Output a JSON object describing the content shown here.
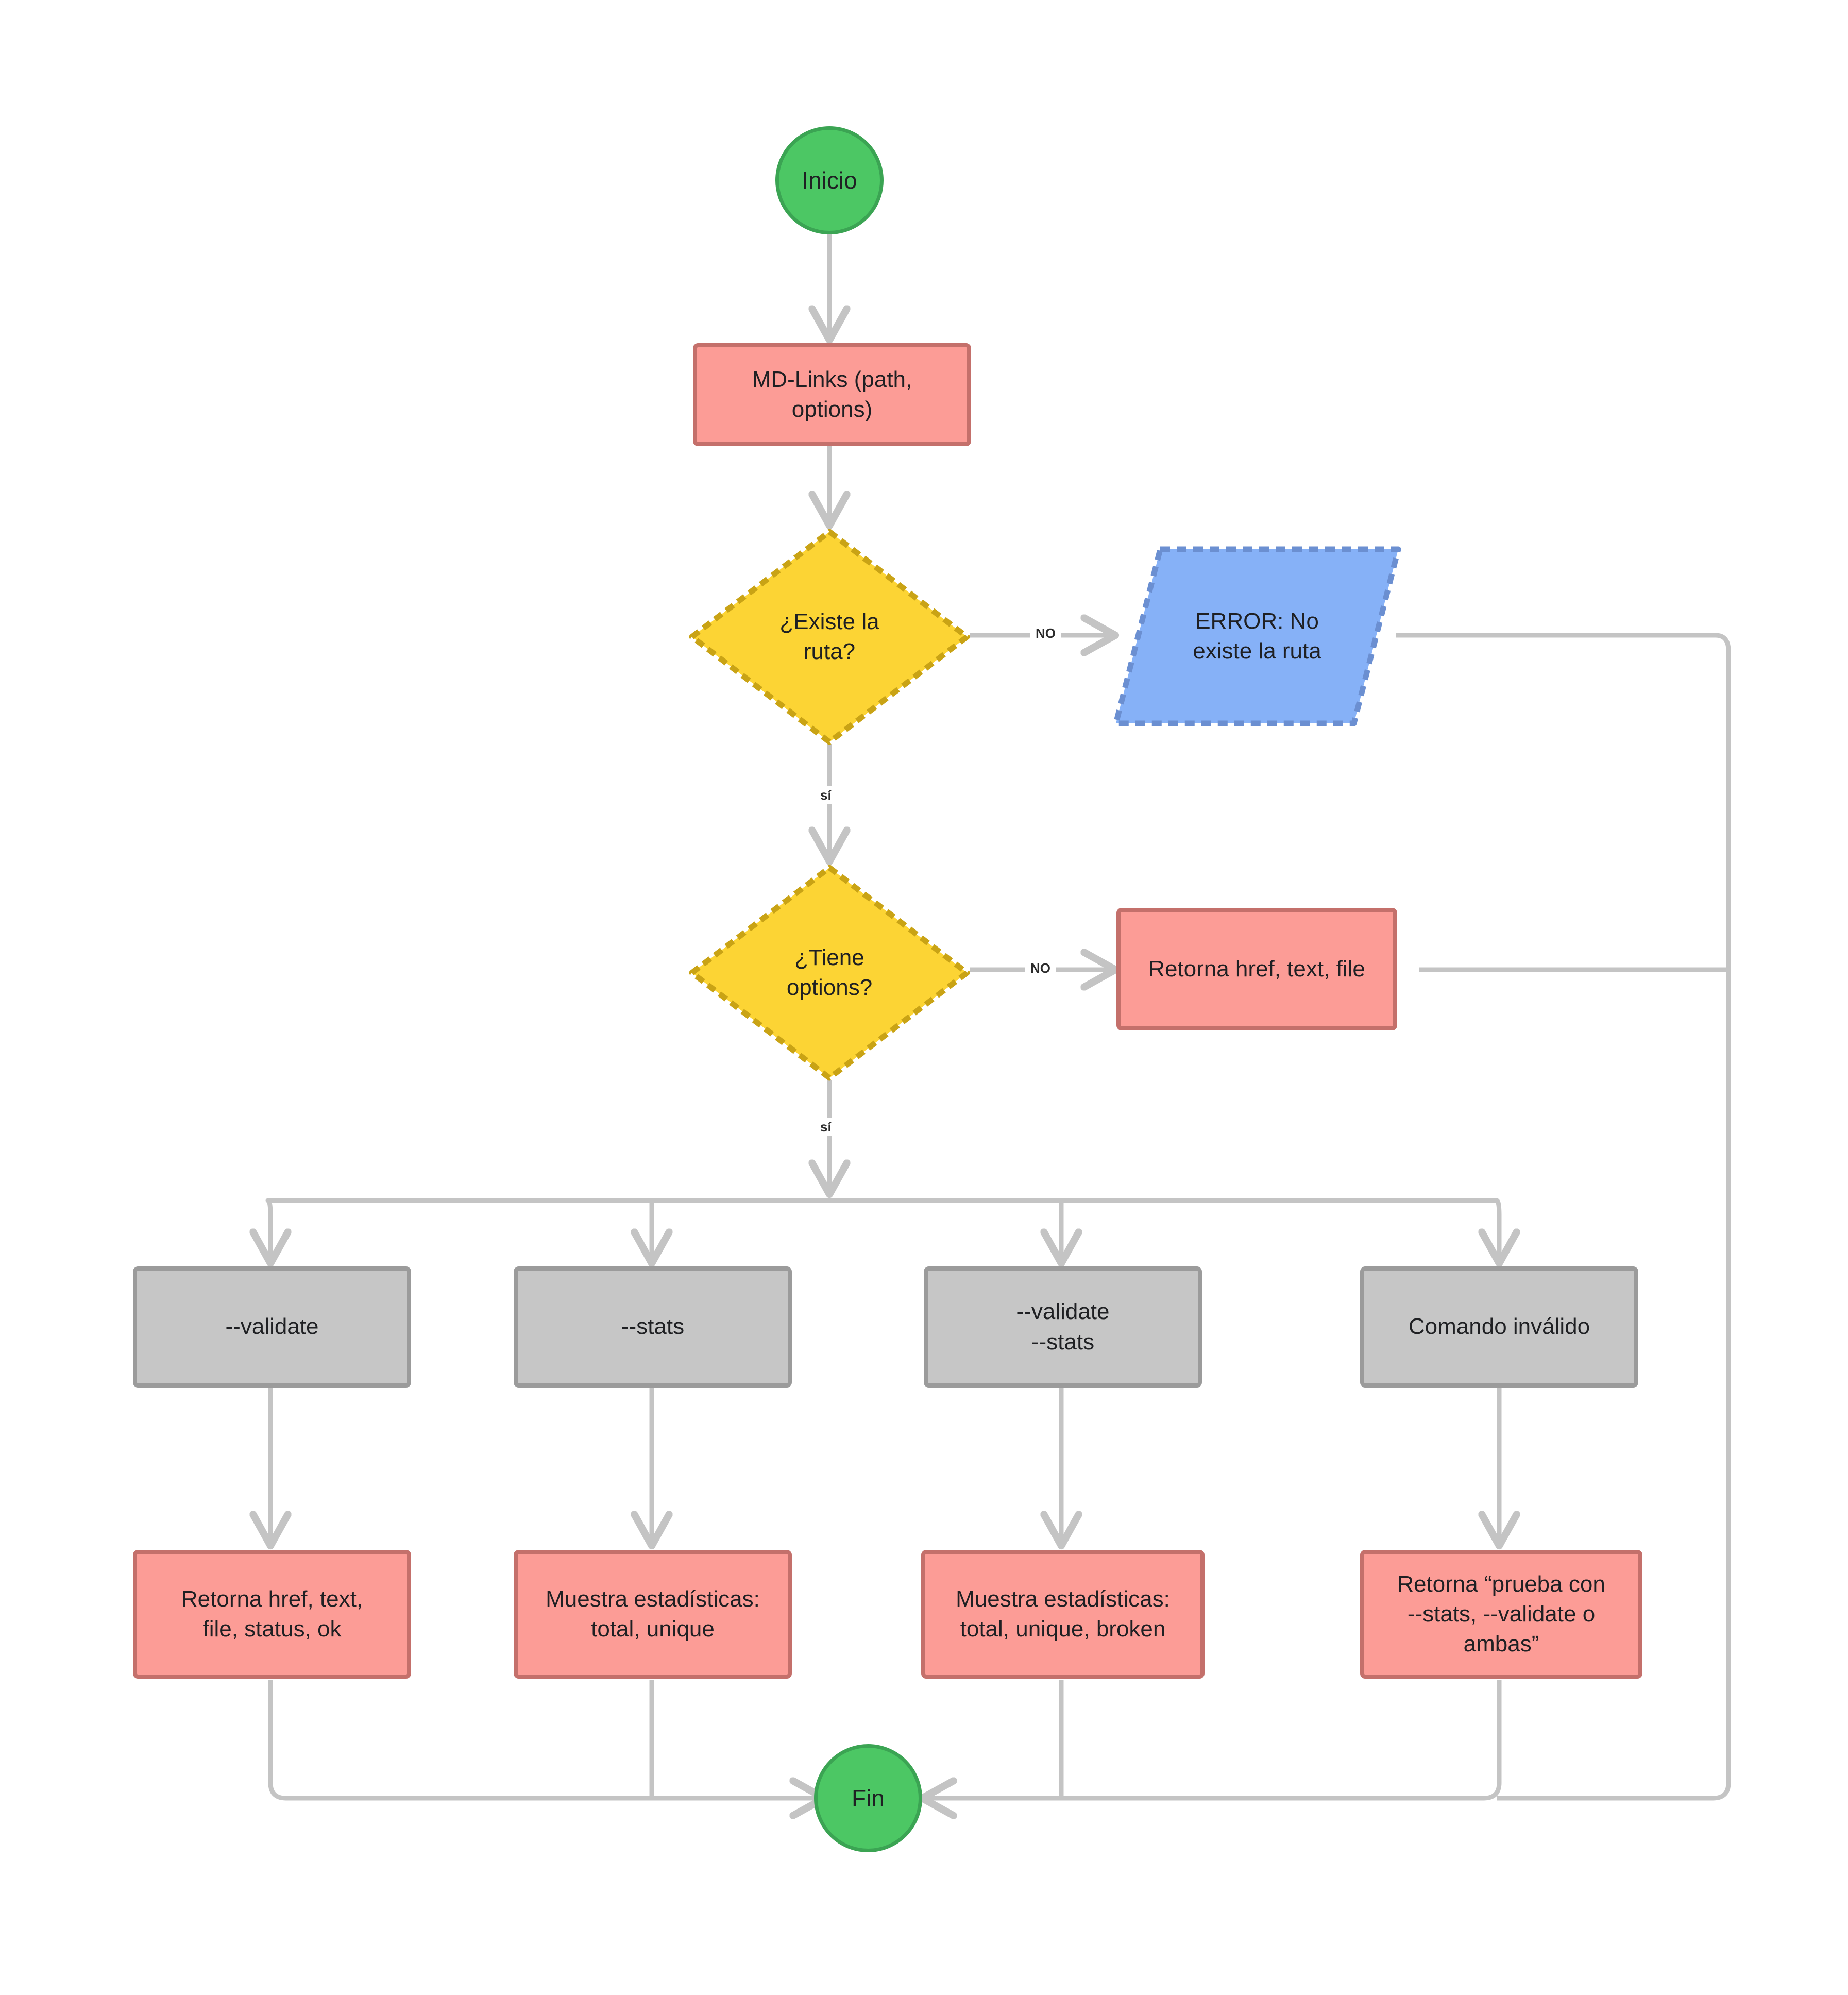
{
  "diagram": {
    "title": "MD-Links flowchart",
    "colors": {
      "terminator_fill": "#4CC764",
      "terminator_stroke": "#3BA453",
      "process_fill": "#FC9C96",
      "process_stroke": "#C4706B",
      "decision_fill": "#FCD434",
      "decision_stroke": "#C9A315",
      "io_fill": "#86B1F7",
      "io_stroke": "#6B8FD1",
      "option_fill": "#C6C6C6",
      "option_stroke": "#9B9B9B",
      "edge_stroke": "#C4C4C4",
      "text": "#1f2023"
    },
    "nodes": {
      "start": {
        "label": "Inicio",
        "shape": "terminator"
      },
      "mdlinks": {
        "label": "MD-Links (path,\noptions)",
        "shape": "process"
      },
      "decision_path": {
        "label": "¿Existe la\nruta?",
        "shape": "decision"
      },
      "error_path": {
        "label": "ERROR: No\nexiste la ruta",
        "shape": "io"
      },
      "decision_options": {
        "label": "¿Tiene\noptions?",
        "shape": "decision"
      },
      "return_basic": {
        "label": "Retorna href, text, file",
        "shape": "process"
      },
      "opt_validate": {
        "label": "--validate",
        "shape": "option"
      },
      "opt_stats": {
        "label": "--stats",
        "shape": "option"
      },
      "opt_validate_stats": {
        "label": "--validate\n--stats",
        "shape": "option"
      },
      "opt_invalid": {
        "label": "Comando inválido",
        "shape": "option"
      },
      "out_validate": {
        "label": "Retorna href, text,\nfile, status, ok",
        "shape": "process"
      },
      "out_stats": {
        "label": "Muestra estadísticas:\ntotal, unique",
        "shape": "process"
      },
      "out_validate_stats": {
        "label": "Muestra estadísticas:\ntotal, unique, broken",
        "shape": "process"
      },
      "out_invalid": {
        "label": "Retorna “prueba con\n--stats, --validate o\nambas”",
        "shape": "process"
      },
      "end": {
        "label": "Fin",
        "shape": "terminator"
      }
    },
    "edge_labels": {
      "path_no": "NO",
      "path_yes": "sí",
      "options_no": "NO",
      "options_yes": "sí"
    }
  }
}
